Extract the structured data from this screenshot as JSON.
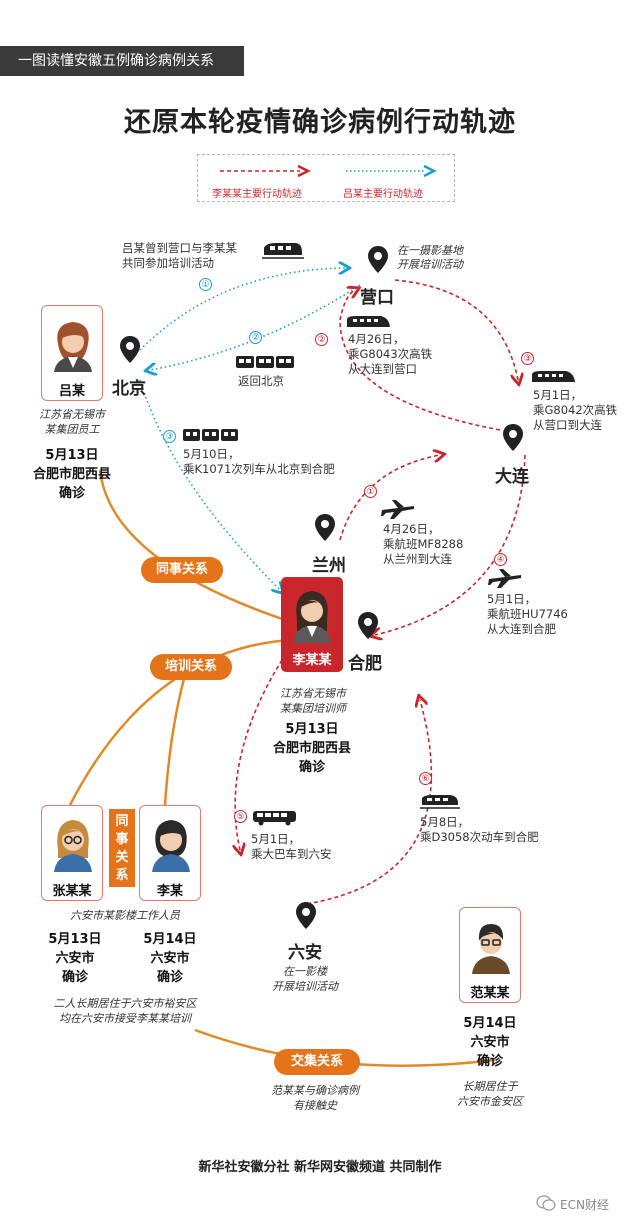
{
  "header": {
    "tag": "一图读懂安徽五例确诊病例关系",
    "title": "还原本轮疫情确诊病例行动轨迹"
  },
  "legend": {
    "red_label": "李某某主要行动轨迹",
    "blue_label": "吕某主要行动轨迹"
  },
  "colors": {
    "red_route": "#c8262a",
    "blue_route": "#1aa0c8",
    "pill": "#e5731a",
    "orange_line": "#e08a2a"
  },
  "cities": {
    "yingkou": {
      "name": "营口",
      "note": "在一摄影基地\n开展培训活动"
    },
    "beijing": {
      "name": "北京"
    },
    "dalian": {
      "name": "大连"
    },
    "lanzhou": {
      "name": "兰州"
    },
    "hefei": {
      "name": "合肥"
    },
    "luan": {
      "name": "六安",
      "note": "在一影楼\n开展培训活动"
    }
  },
  "routes": {
    "blue1": {
      "num": "①",
      "text": "吕某曾到营口与李某某\n共同参加培训活动"
    },
    "blue2": {
      "num": "②",
      "text": "返回北京"
    },
    "blue3": {
      "num": "③",
      "text": "5月10日，\n乘K1071次列车从北京到合肥"
    },
    "red1": {
      "num": "①",
      "text": "4月26日，\n乘航班MF8288\n从兰州到大连"
    },
    "red2": {
      "num": "②",
      "text": "4月26日，\n乘G8043次高铁\n从大连到营口"
    },
    "red3": {
      "num": "③",
      "text": "5月1日，\n乘G8042次高铁\n从营口到大连"
    },
    "red4": {
      "num": "④",
      "text": "5月1日，\n乘航班HU7746\n从大连到合肥"
    },
    "red5": {
      "num": "⑤",
      "text": "5月1日，\n乘大巴车到六安"
    },
    "red6": {
      "num": "⑥",
      "text": "5月8日，\n乘D3058次动车到合肥"
    }
  },
  "people": {
    "lv": {
      "name": "吕某",
      "desc": "江苏省无锡市\n某集团员工",
      "date": "5月13日\n合肥市肥西县\n确诊"
    },
    "li_main": {
      "name": "李某某",
      "desc": "江苏省无锡市\n某集团培训师",
      "date": "5月13日\n合肥市肥西县\n确诊"
    },
    "zhang": {
      "name": "张某某",
      "date": "5月13日\n六安市\n确诊"
    },
    "li2": {
      "name": "李某",
      "date": "5月14日\n六安市\n确诊"
    },
    "fan": {
      "name": "范某某",
      "date": "5月14日\n六安市\n确诊",
      "desc": "长期居住于\n六安市金安区"
    }
  },
  "pair_desc": "六安市某影楼工作人员",
  "pair_note": "二人长期居住于六安市裕安区\n均在六安市接受李某某培训",
  "relations": {
    "colleague": "同事关系",
    "training": "培训关系",
    "colleague_vertical": "同\n事\n关\n系",
    "cross": "交集关系",
    "cross_note": "范某某与确诊病例\n有接触史"
  },
  "footer": "新华社安徽分社  新华网安徽频道  共同制作",
  "watermark": "ECN财经"
}
